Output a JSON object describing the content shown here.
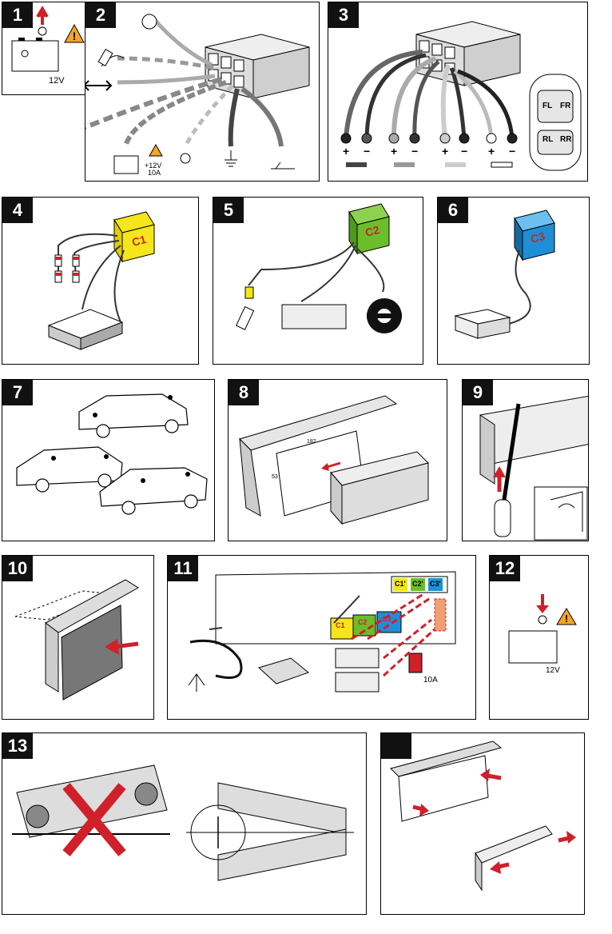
{
  "panels": [
    {
      "number": "1"
    },
    {
      "number": "2"
    },
    {
      "number": "3"
    },
    {
      "number": "4"
    },
    {
      "number": "5"
    },
    {
      "number": "6"
    },
    {
      "number": "7"
    },
    {
      "number": "8"
    },
    {
      "number": "9"
    },
    {
      "number": "10"
    },
    {
      "number": "11"
    },
    {
      "number": "12"
    },
    {
      "number": "13"
    },
    {
      "number": ""
    }
  ],
  "labels": {
    "battery_voltage": "12V",
    "power_spec_1": "+12V",
    "power_spec_2": "10A",
    "speaker_fl": "FL",
    "speaker_fr": "FR",
    "speaker_rl": "RL",
    "speaker_rr": "RR",
    "plus": "+",
    "minus": "−",
    "conn_c1": "C1",
    "conn_c2": "C2",
    "conn_c3": "C3",
    "conn_c1p": "C1'",
    "conn_c2p": "C2'",
    "conn_c3p": "C3'",
    "dim_width": "182",
    "dim_height": "53",
    "fuse_rating": "10A",
    "battery_voltage_12": "12V"
  },
  "colors": {
    "warning": "#f5a623",
    "arrow_red": "#d0202a",
    "c1_yellow": "#f4e61a",
    "c2_green": "#6cbd2c",
    "c3_blue": "#1e8fd6",
    "grey_wire": "#9a9a9a",
    "dark_wire": "#444"
  }
}
